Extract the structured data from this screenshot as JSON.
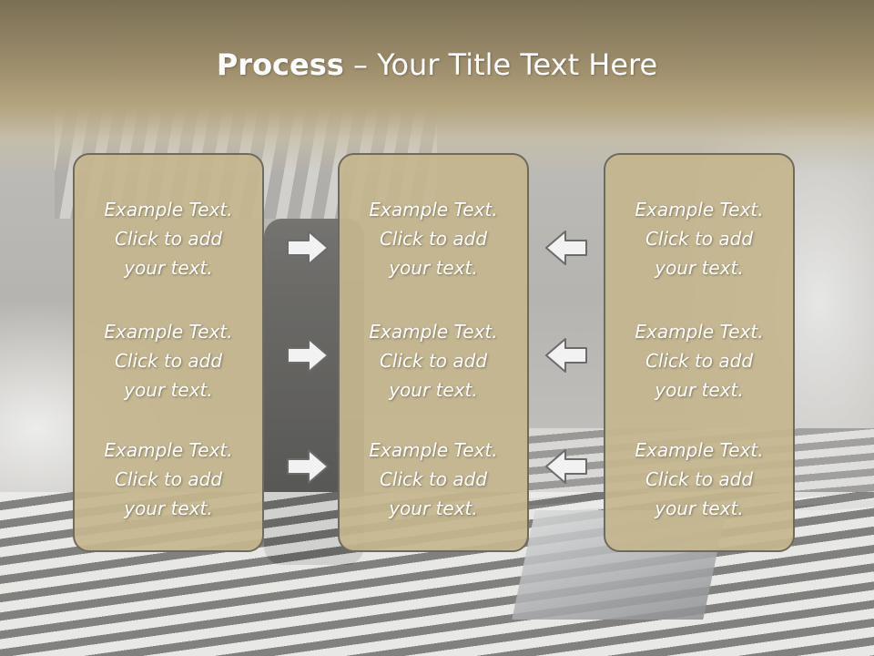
{
  "title": {
    "bold": "Process",
    "rest": " – Your Title Text Here"
  },
  "columns": [
    {
      "blocks": [
        {
          "line1": "Example Text.",
          "line2": "Click  to add",
          "line3": "your text."
        },
        {
          "line1": "Example Text.",
          "line2": "Click  to add",
          "line3": "your text."
        },
        {
          "line1": "Example Text.",
          "line2": "Click  to add",
          "line3": "your text."
        }
      ]
    },
    {
      "blocks": [
        {
          "line1": "Example Text.",
          "line2": "Click  to add",
          "line3": "your text."
        },
        {
          "line1": "Example Text.",
          "line2": "Click  to add",
          "line3": "your text."
        },
        {
          "line1": "Example Text.",
          "line2": "Click  to add",
          "line3": "your text."
        }
      ]
    },
    {
      "blocks": [
        {
          "line1": "Example Text.",
          "line2": "Click  to add",
          "line3": "your text."
        },
        {
          "line1": "Example Text.",
          "line2": "Click  to add",
          "line3": "your text."
        },
        {
          "line1": "Example Text.",
          "line2": "Click  to add",
          "line3": "your text."
        }
      ]
    }
  ],
  "arrows": {
    "left_to_center": "right-arrow-icon",
    "right_to_center": "left-arrow-icon"
  },
  "colors": {
    "header": "#9f8f6d",
    "panel_fill": "#c4b68e",
    "panel_border": "#6f6a5c",
    "text": "#ffffff",
    "arrow_fill": "#f2f2f2",
    "arrow_stroke": "#6b6b6b"
  }
}
